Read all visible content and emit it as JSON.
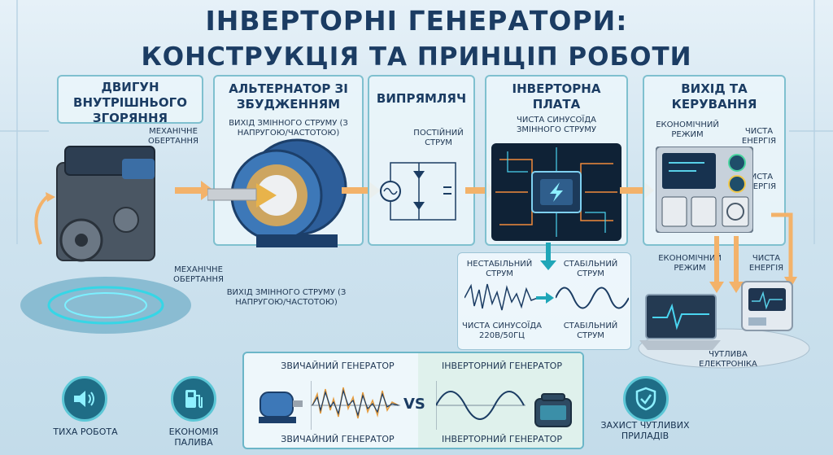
{
  "title": {
    "line1": "ІНВЕРТОРНІ ГЕНЕРАТОРИ:",
    "line2": "КОНСТРУКЦІЯ ТА ПРИНЦІП РОБОТИ"
  },
  "panels": {
    "engine": {
      "title": "ДВИГУН ВНУТРІШНЬОГО ЗГОРЯННЯ",
      "label1": "МЕХАНІЧНЕ ОБЕРТАННЯ",
      "label2": "МЕХАНІЧНЕ ОБЕРТАННЯ"
    },
    "alternator": {
      "title": "АЛЬТЕРНАТОР ЗІ ЗБУДЖЕННЯМ",
      "subtitle": "ВИХІД ЗМІННОГО СТРУМУ (З НАПРУГОЮ/ЧАСТОТОЮ)",
      "label_bottom": "ВИХІД ЗМІННОГО СТРУМУ (З НАПРУГОЮ/ЧАСТОТОЮ)"
    },
    "rectifier": {
      "title": "ВИПРЯМЛЯЧ",
      "label": "ПОСТІЙНИЙ СТРУМ"
    },
    "inverter": {
      "title": "ІНВЕРТОРНА ПЛАТА",
      "label": "ЧИСТА СИНУСОЇДА ЗМІННОГО СТРУМУ"
    },
    "output": {
      "title": "ВИХІД ТА КЕРУВАННЯ",
      "label_eco": "ЕКОНОМІЧНИЙ РЕЖИМ",
      "label_clean1": "ЧИСТА ЕНЕРГІЯ",
      "label_clean2": "ЧИСТА ЕНЕРГІЯ",
      "label_eco2": "ЕКОНОМІЧНИЙ РЕЖИМ",
      "label_clean3": "ЧИСТА ЕНЕРГІЯ",
      "label_sensitive": "ЧУТЛИВА ЕЛЕКТРОНІКА"
    }
  },
  "waveform_box": {
    "unstable": "НЕСТАБІЛЬНИЙ СТРУМ",
    "stable": "СТАБІЛЬНИЙ СТРУМ",
    "pure": "ЧИСТА СИНУСОЇДА 220В/50ГЦ",
    "stable2": "СТАБІЛЬНИЙ СТРУМ"
  },
  "comparison": {
    "left_top": "ЗВИЧАЙНИЙ ГЕНЕРАТОР",
    "left_bottom": "ЗВИЧАЙНИЙ ГЕНЕРАТОР",
    "vs": "VS",
    "right_top": "ІНВЕРТОРНИЙ ГЕНЕРАТОР",
    "right_bottom": "ІНВЕРТОРНИЙ ГЕНЕРАТОР"
  },
  "features": {
    "quiet": "ТИХА РОБОТА",
    "fuel": "ЕКОНОМІЯ ПАЛИВА",
    "protect": "ЗАХИСТ ЧУТЛИВИХ ПРИЛАДІВ"
  },
  "icons": {
    "quiet": "speaker-icon",
    "fuel": "fuel-pump-icon",
    "protect": "shield-check-icon"
  },
  "colors": {
    "accent": "#1fa6b8",
    "arrow": "#f3b26a",
    "title": "#1b3c63"
  }
}
